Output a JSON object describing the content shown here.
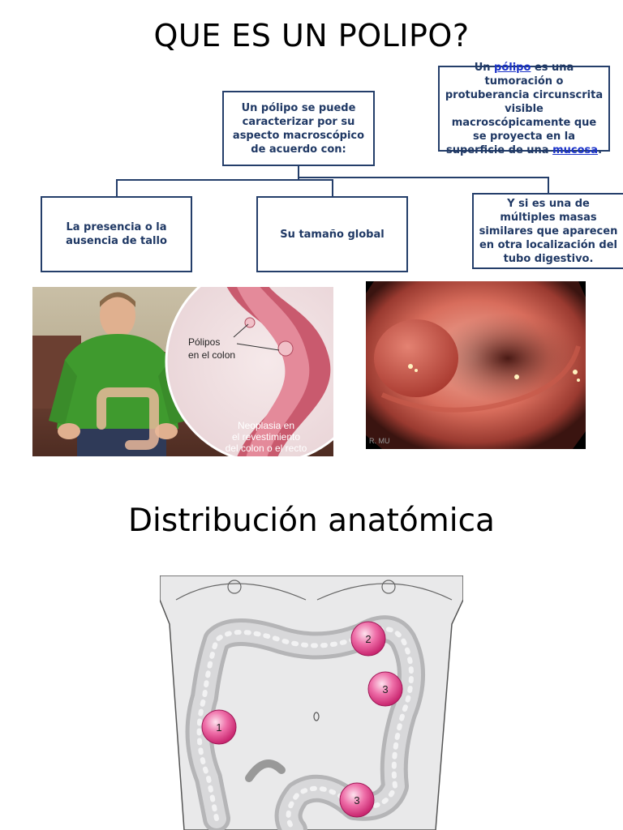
{
  "title": "QUE ES UN POLIPO?",
  "root_box": "Un pólipo se puede caracterizar por su aspecto macroscópico de acuerdo con:",
  "definition": {
    "prefix": "Un ",
    "link1": "pólipo",
    "middle": " es una tumoración o protuberancia circunscrita visible macroscópicamente que se proyecta en la superficie de una ",
    "link2": "mucosa",
    "suffix": "."
  },
  "criteria": [
    "La presencia o la ausencia de tallo",
    "Su tamaño global",
    "Y si es una de múltiples masas similares que aparecen en otra localización del tubo digestivo."
  ],
  "illustration": {
    "callout": "Pólipos en el colon",
    "caption": "Neoplasia en el revestimiento del colon o el recto"
  },
  "endoscopy_watermark": "R. MU",
  "section2_title": "Distribución anatómica",
  "diagram_markers": [
    "1",
    "2",
    "3",
    "3"
  ]
}
